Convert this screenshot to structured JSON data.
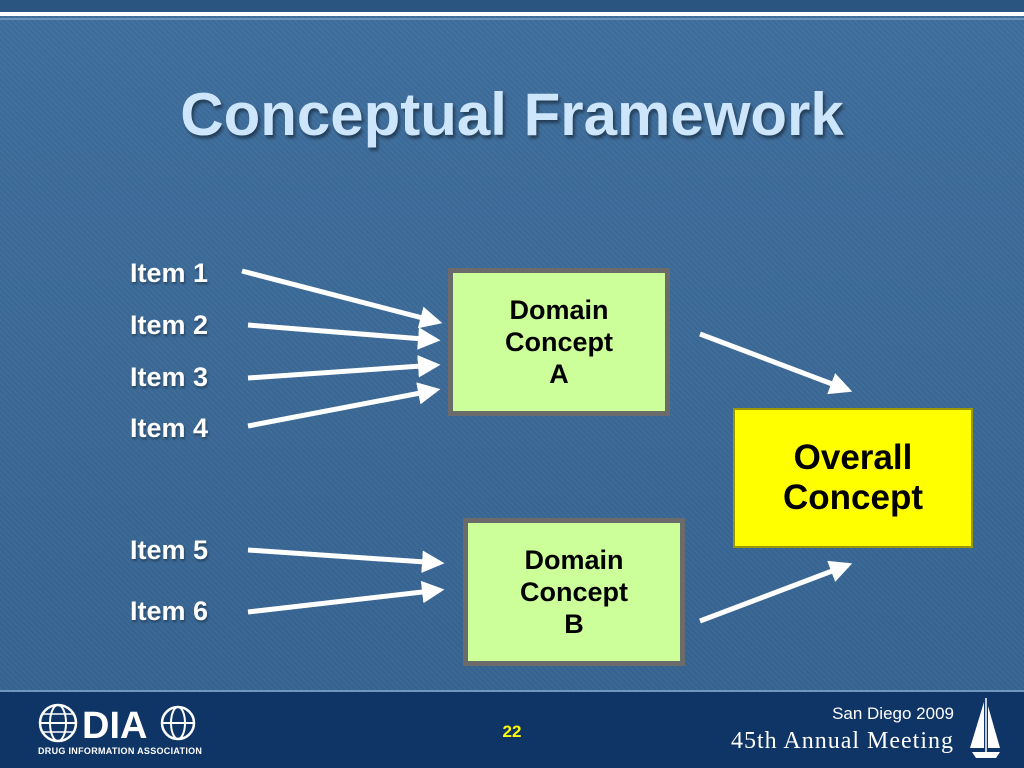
{
  "slide": {
    "title": "Conceptual Framework",
    "items": [
      "Item 1",
      "Item 2",
      "Item 3",
      "Item 4",
      "Item 5",
      "Item 6"
    ],
    "domain_a": "Domain\nConcept\nA",
    "domain_b": "Domain\nConcept\nB",
    "overall": "Overall\nConcept"
  },
  "footer": {
    "page_number": "22",
    "logo_text": "DIA",
    "logo_subtitle": "DRUG INFORMATION ASSOCIATION",
    "event_city": "San Diego 2009",
    "event_name": "45th Annual Meeting"
  },
  "colors": {
    "background": "#3b6a98",
    "title": "#cde6fb",
    "domain_box": "#ccff99",
    "overall_box": "#ffff00",
    "footer": "#0f3566",
    "page_number": "#ffff00"
  },
  "icons": [
    "globe-logo-icon",
    "sailboat-icon"
  ]
}
